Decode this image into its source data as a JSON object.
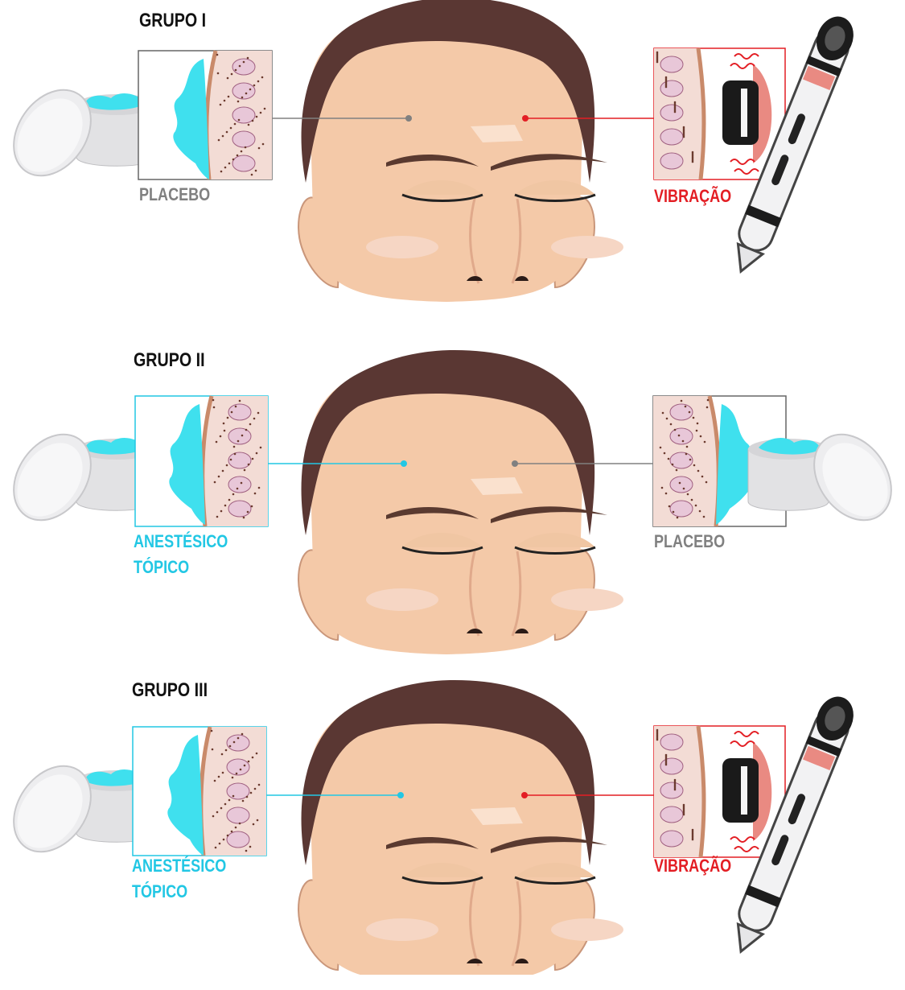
{
  "colors": {
    "placebo": "#808080",
    "vibration": "#e31e24",
    "anesthetic": "#22c7e4",
    "hair": "#5a3733",
    "skin": "#f4c9a8",
    "gel": "#3fe0ee"
  },
  "groups": [
    {
      "title": "GRUPO I",
      "left": {
        "kind": "cream",
        "label_lines": [
          "PLACEBO"
        ],
        "label_color": "#808080"
      },
      "right": {
        "kind": "vibration",
        "label_lines": [
          "VIBRAÇÃO"
        ],
        "label_color": "#e31e24"
      }
    },
    {
      "title": "GRUPO II",
      "left": {
        "kind": "cream",
        "label_lines": [
          "ANESTÉSICO",
          "TÓPICO"
        ],
        "label_color": "#22c7e4"
      },
      "right": {
        "kind": "cream",
        "label_lines": [
          "PLACEBO"
        ],
        "label_color": "#808080"
      }
    },
    {
      "title": "GRUPO III",
      "left": {
        "kind": "cream",
        "label_lines": [
          "ANESTÉSICO",
          "TÓPICO"
        ],
        "label_color": "#22c7e4"
      },
      "right": {
        "kind": "vibration",
        "label_lines": [
          "VIBRAÇÃO"
        ],
        "label_color": "#e31e24"
      }
    }
  ],
  "icons": [
    "face-illustration",
    "cream-jar-icon",
    "skin-cross-section-icon",
    "vibration-device-icon"
  ]
}
